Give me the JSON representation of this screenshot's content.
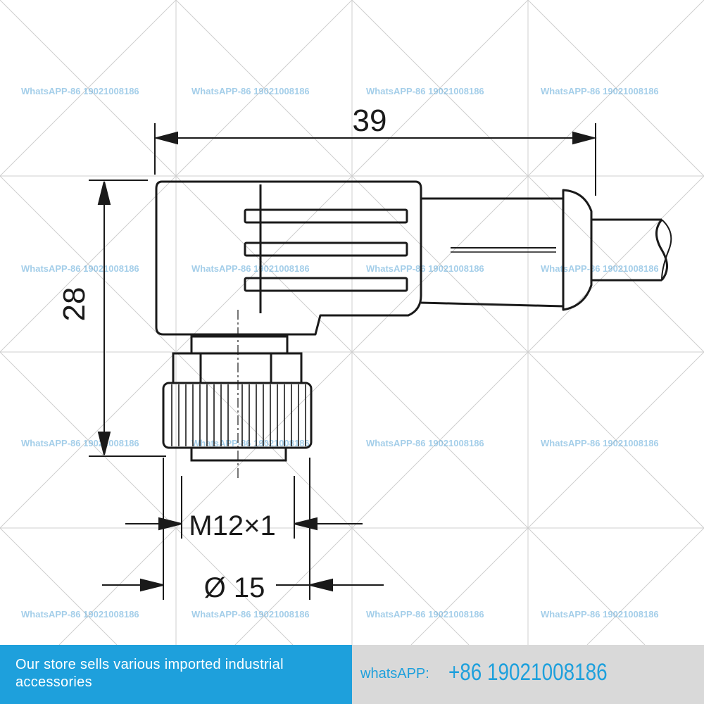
{
  "drawing": {
    "dimensions": {
      "length": "39",
      "height": "28",
      "thread": "M12×1",
      "diameter": "Ø 15"
    },
    "watermark_text": "WhatsAPP-86 19021008186"
  },
  "banner": {
    "left_text": "Our store sells various imported industrial accessories",
    "contact_label": "whatsAPP:",
    "contact_number": "+86 19021008186"
  },
  "colors": {
    "line": "#1a1a1a",
    "grid": "#cfcfcf",
    "accent": "#1ea0dc",
    "banner_right_bg": "#d9d9d9"
  }
}
